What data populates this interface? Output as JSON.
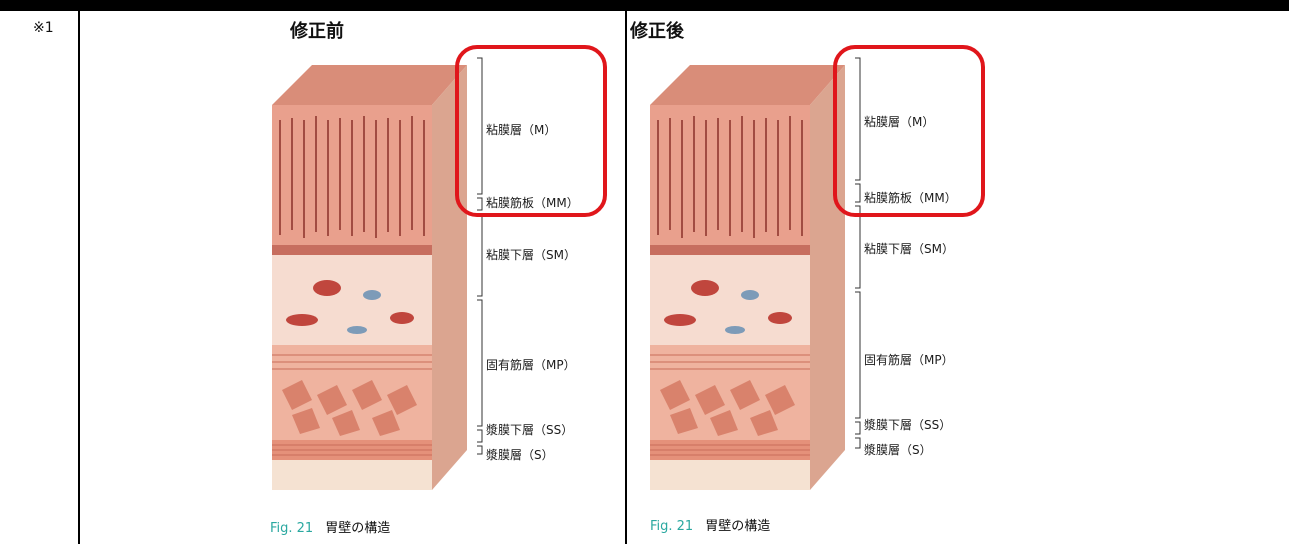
{
  "note_mark": "※1",
  "panels": [
    {
      "title": "修正前",
      "layers": [
        "粘膜層（M）",
        "粘膜筋板（MM）",
        "粘膜下層（SM）",
        "固有筋層（MP）",
        "漿膜下層（SS）",
        "漿膜層（S）"
      ],
      "caption_num": "Fig. 21",
      "caption_text": "胃壁の構造"
    },
    {
      "title": "修正後",
      "layers": [
        "粘膜層（M）",
        "粘膜筋板（MM）",
        "粘膜下層（SM）",
        "固有筋層（MP）",
        "漿膜下層（SS）",
        "漿膜層（S）"
      ],
      "caption_num": "Fig. 21",
      "caption_text": "胃壁の構造"
    }
  ],
  "colors": {
    "highlight": "#e0161b",
    "caption_accent": "#2aa8a0",
    "tissue": "#e8a28c"
  }
}
